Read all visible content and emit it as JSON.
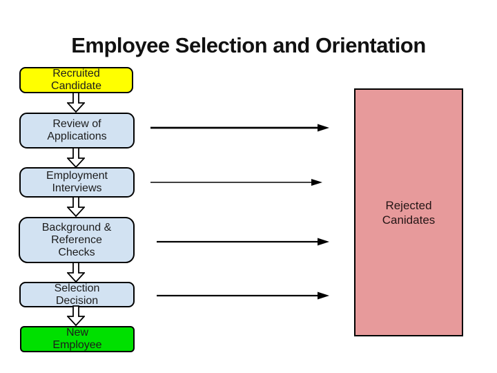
{
  "slide": {
    "title": "Employee Selection and Orientation"
  },
  "flowchart": {
    "steps": [
      {
        "id": "recruited-candidate",
        "label": "Recruited\nCandidate"
      },
      {
        "id": "review-of-applications",
        "label": "Review of\nApplications"
      },
      {
        "id": "employment-interviews",
        "label": "Employment\nInterviews"
      },
      {
        "id": "background-reference-checks",
        "label": "Background &\nReference\nChecks"
      },
      {
        "id": "selection-decision",
        "label": "Selection\nDecision"
      },
      {
        "id": "new-employee",
        "label": "New\nEmployee"
      }
    ],
    "connector_count_down": 5,
    "connector_count_reject": 4
  },
  "rejected": {
    "label": "Rejected\nCanidates"
  },
  "colors": {
    "start_fill": "#ffff00",
    "process_fill": "#d2e2f2",
    "end_fill": "#00e000",
    "rejected_fill": "#e79a9b",
    "border": "#000000",
    "text": "#1c1c1c",
    "background": "#ffffff"
  }
}
